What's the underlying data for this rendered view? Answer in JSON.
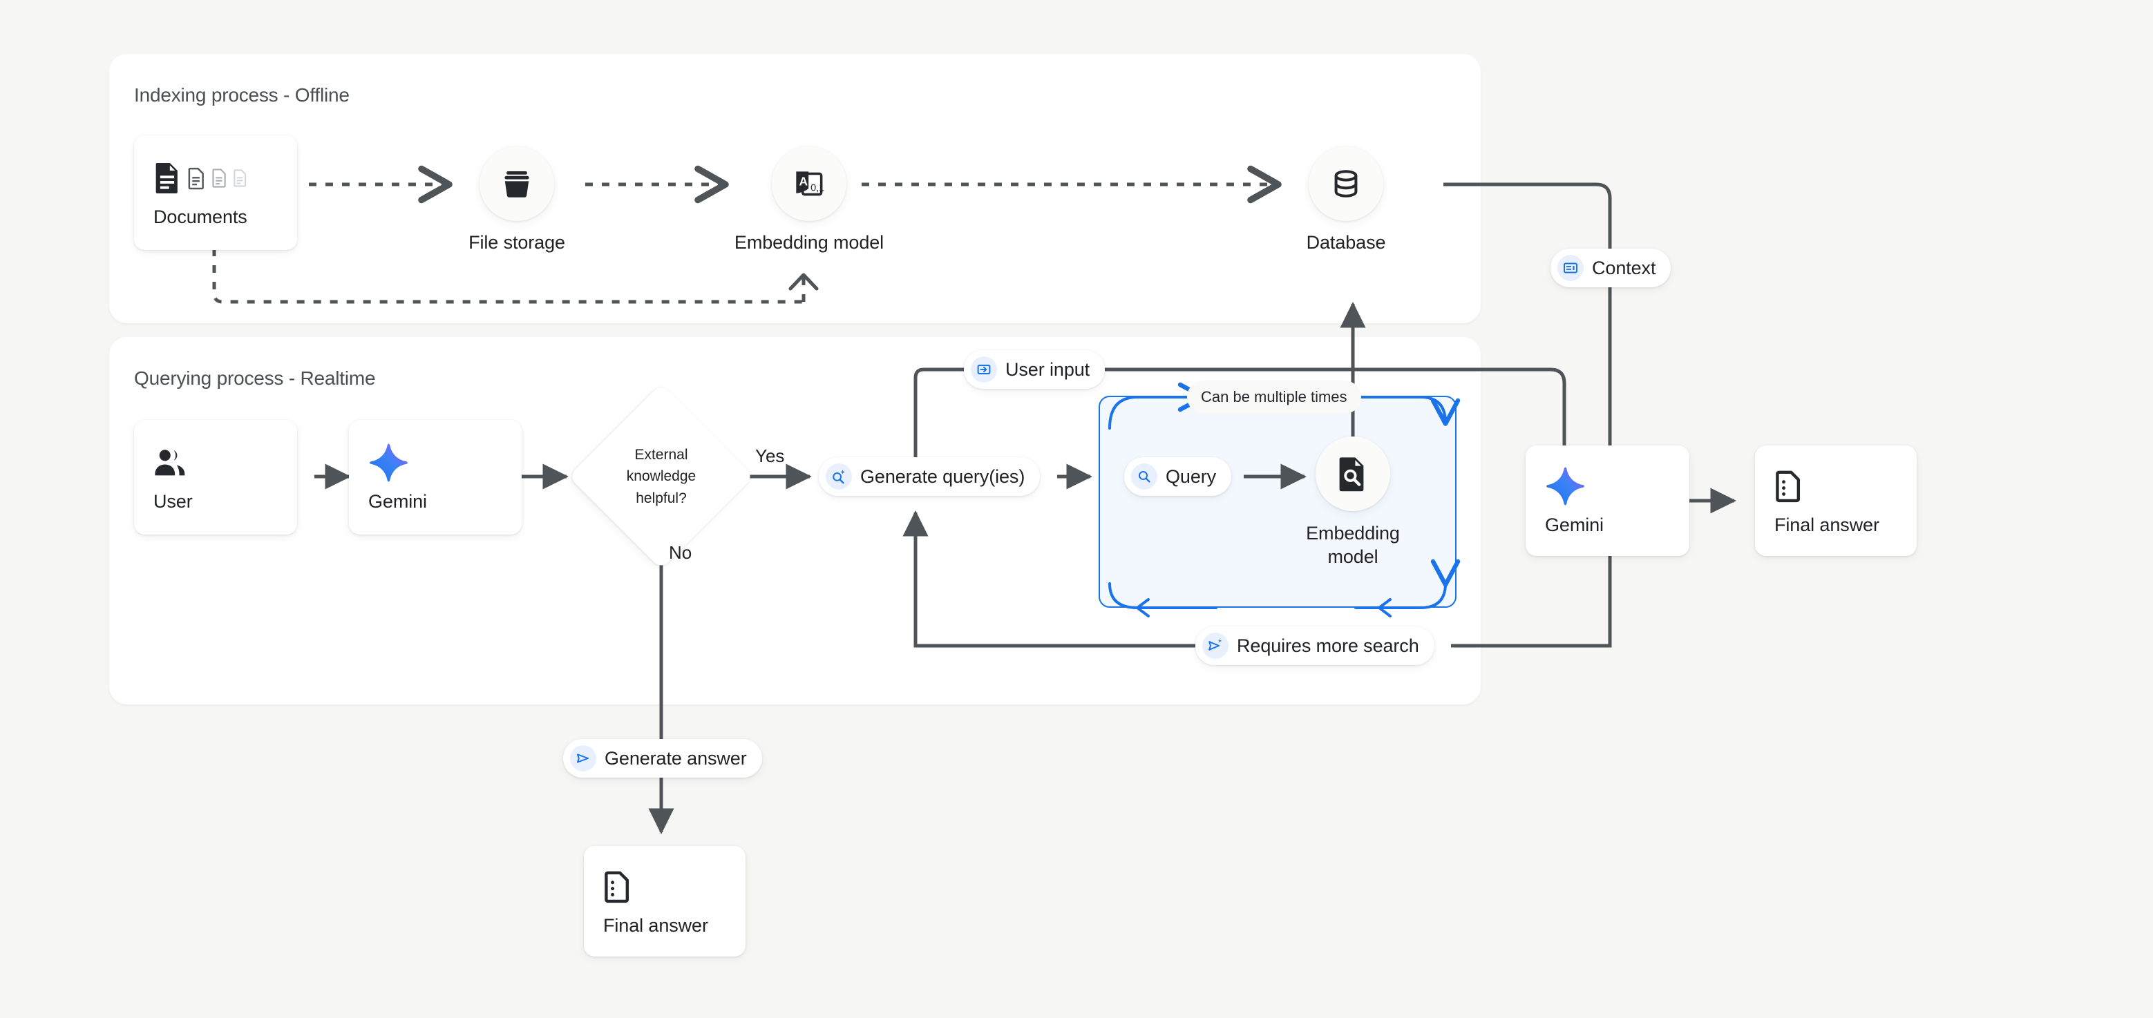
{
  "theme": {
    "background": "#f6f6f4",
    "panel_bg": "#ffffff",
    "accent_blue": "#1a73e8",
    "loop_box_bg": "#f3f8fe",
    "line_color": "#4f5458",
    "text_color": "#1f2124",
    "title_color": "#4a4f54"
  },
  "panels": {
    "indexing": {
      "title": "Indexing process - Offline"
    },
    "querying": {
      "title": "Querying process - Realtime"
    }
  },
  "indexing": {
    "documents": {
      "label": "Documents",
      "icon": "documents-icon"
    },
    "file_storage": {
      "label": "File storage",
      "icon": "archive-icon"
    },
    "embedding_model": {
      "label": "Embedding model",
      "icon": "text-embedding-icon",
      "icon_text": "A",
      "icon_sub": "0,1"
    },
    "database": {
      "label": "Database",
      "icon": "database-icon"
    }
  },
  "querying": {
    "user": {
      "label": "User",
      "icon": "user-group-icon"
    },
    "gemini_first": {
      "label": "Gemini",
      "icon": "gemini-sparkle-icon"
    },
    "decision": {
      "line1": "External",
      "line2": "knowledge",
      "line3": "helpful?"
    },
    "edge_yes": "Yes",
    "edge_no": "No",
    "generate_queries": {
      "label": "Generate query(ies)",
      "icon": "search-sparkle-icon"
    },
    "query": {
      "label": "Query",
      "icon": "search-icon"
    },
    "loop_note": "Can be multiple times",
    "embedding_model_loop": {
      "label": "Embedding model",
      "line1": "Embedding",
      "line2": "model",
      "icon": "document-search-icon"
    },
    "user_input": {
      "label": "User input",
      "icon": "login-arrow-icon"
    },
    "requires_more_search": {
      "label": "Requires more search",
      "icon": "send-sparkle-icon"
    },
    "generate_answer": {
      "label": "Generate answer",
      "icon": "send-icon"
    },
    "context": {
      "label": "Context",
      "icon": "context-panel-icon"
    },
    "gemini_second": {
      "label": "Gemini",
      "icon": "gemini-sparkle-icon"
    },
    "final_answer_right": {
      "label": "Final answer",
      "icon": "answer-doc-icon"
    },
    "final_answer_bottom": {
      "label": "Final answer",
      "icon": "answer-doc-icon"
    }
  }
}
